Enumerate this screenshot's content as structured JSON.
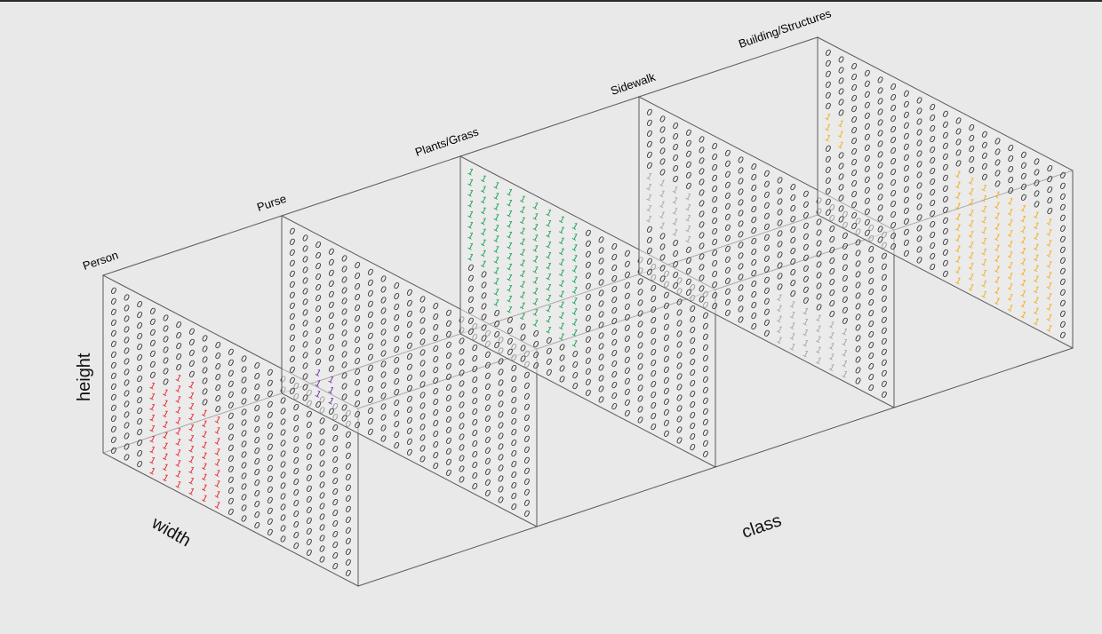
{
  "colors": {
    "background": "#e9e9e9",
    "frame": "#5a5a5a",
    "zero": "#333333"
  },
  "labels": {
    "height": "height",
    "width": "width",
    "class": "class"
  },
  "grid": {
    "value_zero": "0",
    "value_one": "1"
  },
  "classes": [
    {
      "name": "Person",
      "color": "#e8232a"
    },
    {
      "name": "Purse",
      "color": "#7030a0"
    },
    {
      "name": "Plants/Grass",
      "color": "#17a050"
    },
    {
      "name": "Sidewalk",
      "color": "#a6a6a6"
    },
    {
      "name": "Building/Structures",
      "color": "#f2ae1c"
    }
  ]
}
